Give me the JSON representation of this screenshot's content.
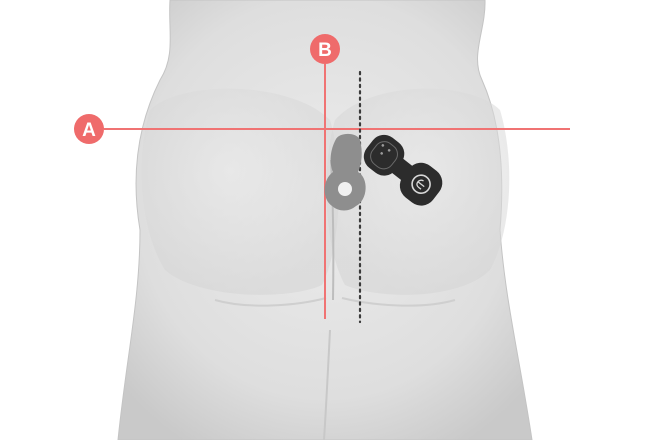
{
  "diagram": {
    "subject": "lower-back-torso-figure",
    "markers": [
      {
        "id": "A",
        "label": "A"
      },
      {
        "id": "B",
        "label": "B"
      }
    ],
    "devices": [
      {
        "name": "placement-outline",
        "color": "#8e8e8e"
      },
      {
        "name": "electrode-patch",
        "color": "#2c2c2c"
      }
    ],
    "colors": {
      "guide_line": "#f07373",
      "marker_fill": "#ef6b6b",
      "midline_dots": "#3a3a3a",
      "body_fill": "#e2e2e2"
    }
  }
}
